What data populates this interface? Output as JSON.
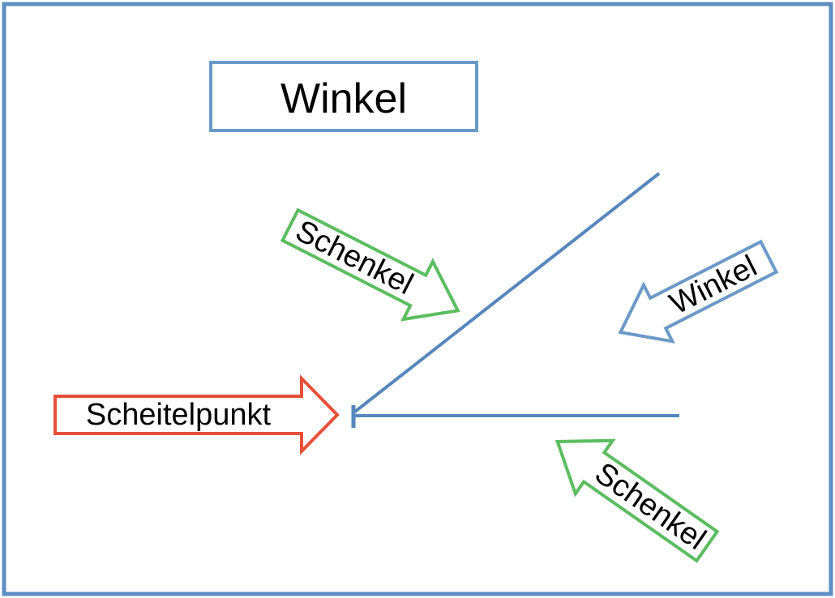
{
  "title_box": {
    "label": "Winkel"
  },
  "arrows": {
    "schenkel_upper": {
      "label": "Schenkel",
      "color": "#5CBD60",
      "direction": "down-right"
    },
    "winkel": {
      "label": "Winkel",
      "color": "#6C99C8",
      "direction": "down-left"
    },
    "scheitelpunkt": {
      "label": "Scheitelpunkt",
      "color": "#E8503A",
      "direction": "right"
    },
    "schenkel_lower": {
      "label": "Schenkel",
      "color": "#5CBD60",
      "direction": "up-left"
    }
  },
  "colors": {
    "frame": "#5E8FC4",
    "angle_lines": "#5687BD",
    "title_box_border": "#6B99C7",
    "text": "#000000",
    "background": "#FFFFFF"
  }
}
